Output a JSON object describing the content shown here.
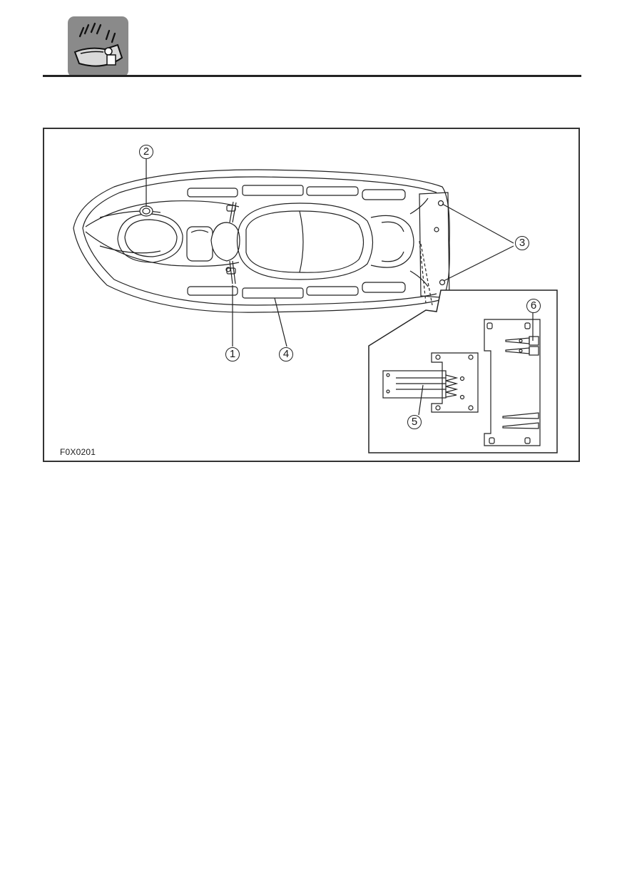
{
  "header": {
    "section_icon": "jet-ski-cleaning-icon"
  },
  "figure": {
    "code": "F0X0201",
    "callouts": [
      "1",
      "2",
      "3",
      "4",
      "5",
      "6"
    ]
  }
}
